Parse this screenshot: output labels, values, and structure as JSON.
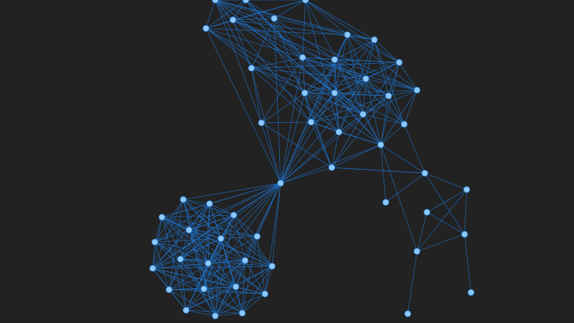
{
  "colors": {
    "background": "#222222",
    "edge": "#1f77d4",
    "node_fill": "#8cc8ff",
    "node_stroke": "#1e5f9e"
  },
  "graph": {
    "type": "network",
    "node_count": 54,
    "groups": [
      "upper-cluster",
      "lower-left-cluster",
      "bridge",
      "right-branch"
    ]
  }
}
